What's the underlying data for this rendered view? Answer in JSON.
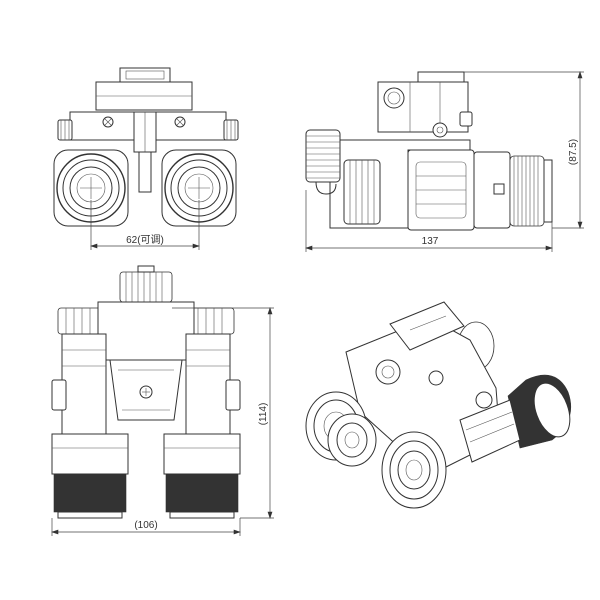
{
  "dimensions": {
    "front_eyepiece_spacing": "62(可调)",
    "side_total_length": "137",
    "side_height": "(87.5)",
    "bottom_height": "(114)",
    "bottom_width": "(106)"
  },
  "views": [
    "front-view",
    "side-view",
    "bottom-view",
    "isometric-view"
  ]
}
